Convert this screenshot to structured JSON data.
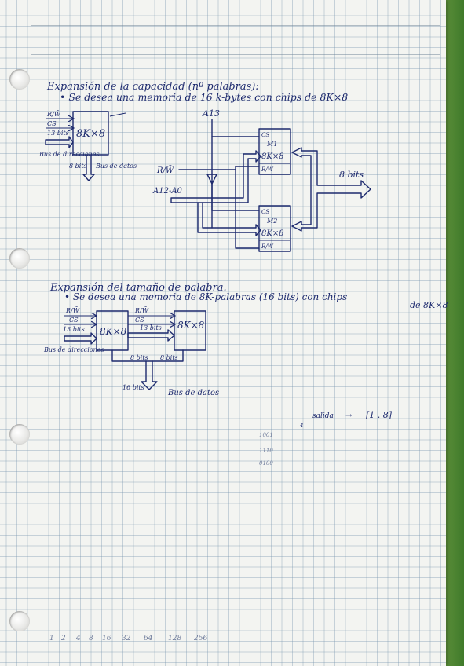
{
  "section1": {
    "title": "Expansión de la capacidad (nº palabras):",
    "bullet": "• Se desea una memoria de 16 k-bytes con chips de 8K×8"
  },
  "chip_small": {
    "rw": "R/W̄",
    "cs": "CS",
    "addr": "13 bits",
    "bus_dir": "Bus de direcciones",
    "label": "8K×8",
    "data_bits": "8 bits",
    "bus_datos": "Bus de datos"
  },
  "fig1": {
    "a13": "A13",
    "rw": "R/W̄",
    "addr": "A12-A0",
    "top_cs": "CS",
    "top_name": "M1",
    "top_size": "8K×8",
    "top_rw": "R/W̄",
    "bot_cs": "CS",
    "bot_name": "M2",
    "bot_size": "8K×8",
    "bot_rw": "R/W̄",
    "out": "8 bits"
  },
  "section2": {
    "title": "Expansión del tamaño de palabra.",
    "bullet": "• Se desea una memoria de 8K-palabras (16 bits) con chips",
    "bullet2": "de 8K×8"
  },
  "fig2": {
    "rw": "R/W̄",
    "cs": "CS",
    "addr": "13 bits",
    "bus_dir": "Bus de direcciones",
    "chip1": "8K×8",
    "chip2": "8K×8",
    "rw_mid": "R/W̄",
    "cs_mid": "CS",
    "addr_mid": "13 bits",
    "d1": "8 bits",
    "d2": "8 bits",
    "d_total": "16 bits",
    "bus_datos": "Bus de datos"
  },
  "margin_note": {
    "salida": "salida",
    "arrow": "→",
    "range": "[1 . 8]",
    "small": "4",
    "lines": [
      "1001",
      "1110",
      "0100"
    ]
  },
  "bottom_row": [
    "1",
    "2",
    "4",
    "8",
    "16",
    "32",
    "64",
    "128",
    "256"
  ],
  "colors": {
    "ink": "#1d2a6e",
    "paper": "#f3f4f1",
    "grid": "#7896af",
    "edge": "#4a8431"
  }
}
